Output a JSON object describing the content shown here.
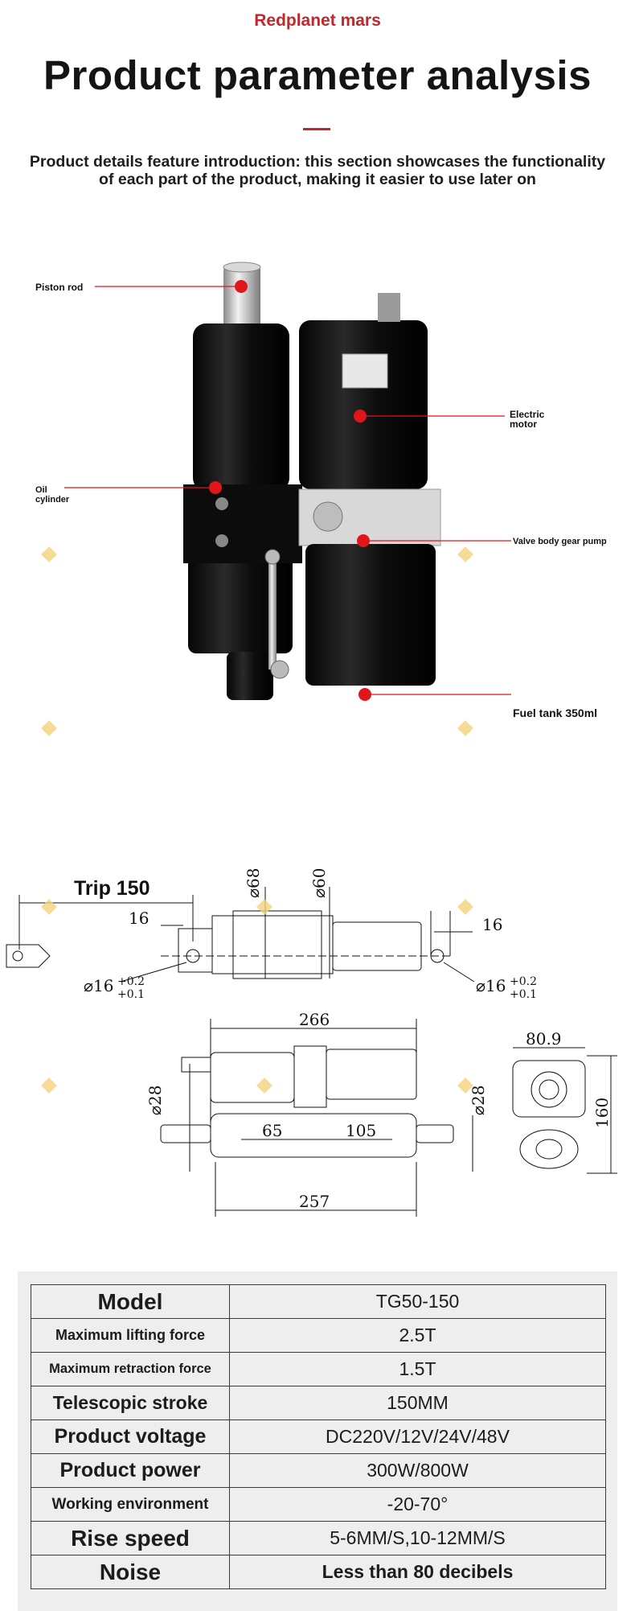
{
  "header": {
    "brand": "Redplanet mars",
    "title": "Product parameter analysis",
    "intro": "Product details feature introduction: this section showcases the functionality of each part of the product, making it easier to use later on"
  },
  "callouts": {
    "piston_rod": "Piston rod",
    "oil_cylinder_1": "Oil",
    "oil_cylinder_2": "cylinder",
    "electric_motor_1": "Electric",
    "electric_motor_2": "motor",
    "valve_body": "Valve body gear pump",
    "fuel_tank": "Fuel tank 350ml"
  },
  "drawing": {
    "trip": "Trip 150",
    "d68": "⌀68",
    "d60": "⌀60",
    "d16_left": "16",
    "d16_right": "16",
    "phi16_left": "⌀16",
    "phi16_right": "⌀16",
    "tol_plus": "+0.2",
    "tol_minus": "+0.1",
    "len_266": "266",
    "len_257": "257",
    "len_65": "65",
    "len_105": "105",
    "d28_left": "⌀28",
    "d28_right": "⌀28",
    "w_80_9": "80.9",
    "h_160": "160"
  },
  "specs": [
    {
      "label": "Model",
      "value": "TG50-150"
    },
    {
      "label": "Maximum lifting force",
      "value": "2.5T"
    },
    {
      "label": "Maximum retraction force",
      "value": "1.5T"
    },
    {
      "label": "Telescopic stroke",
      "value": "150MM"
    },
    {
      "label": "Product voltage",
      "value": "DC220V/12V/24V/48V"
    },
    {
      "label": "Product power",
      "value": "300W/800W"
    },
    {
      "label": "Working environment",
      "value": "-20-70°"
    },
    {
      "label": "Rise speed",
      "value": "5-6MM/S,10-12MM/S"
    },
    {
      "label": "Noise",
      "value": "Less than 80 decibels"
    }
  ],
  "colors": {
    "accent": "#c0282b",
    "marker": "#e0161b",
    "watermark": "#f3d27a"
  }
}
